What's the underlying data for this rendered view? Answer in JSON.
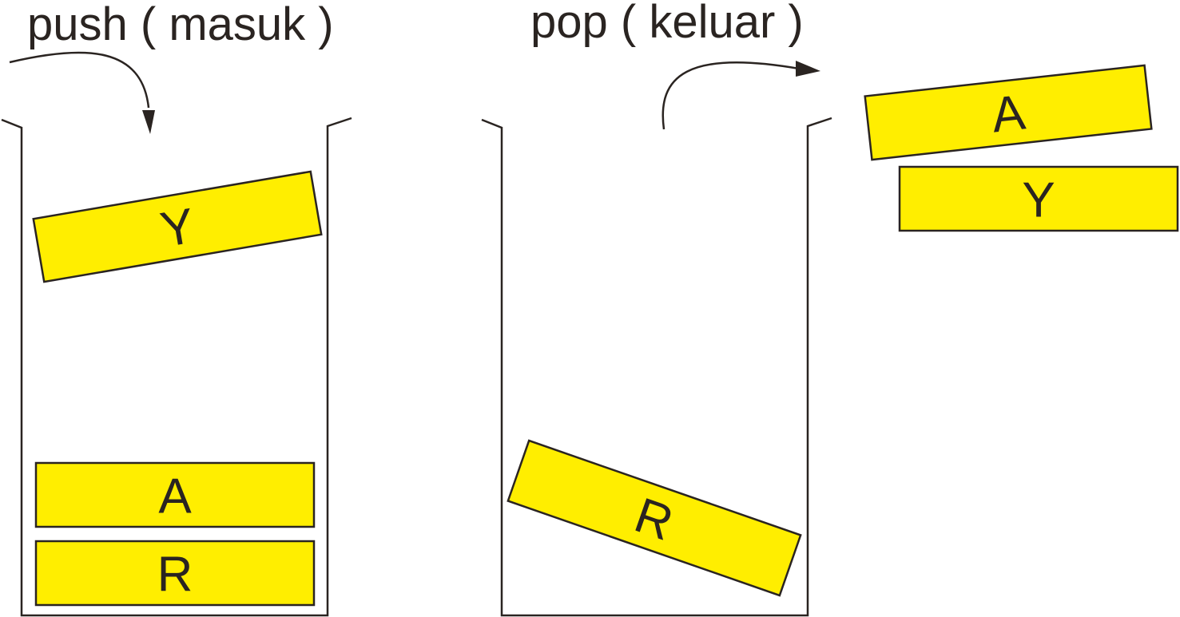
{
  "colors": {
    "block_fill": "#FFEE00",
    "ink": "#2A2421",
    "background": "#FFFFFF"
  },
  "push_panel": {
    "title": "push ( masuk )",
    "arrow_icon": "curved-arrow-down-icon",
    "blocks": [
      {
        "id": "push-block-y",
        "label": "Y"
      },
      {
        "id": "push-block-a",
        "label": "A"
      },
      {
        "id": "push-block-r",
        "label": "R"
      }
    ]
  },
  "pop_panel": {
    "title": "pop ( keluar )",
    "arrow_icon": "curved-arrow-right-icon",
    "blocks": [
      {
        "id": "pop-block-r",
        "label": "R"
      },
      {
        "id": "popped-block-a",
        "label": "A"
      },
      {
        "id": "popped-block-y",
        "label": "Y"
      }
    ]
  }
}
